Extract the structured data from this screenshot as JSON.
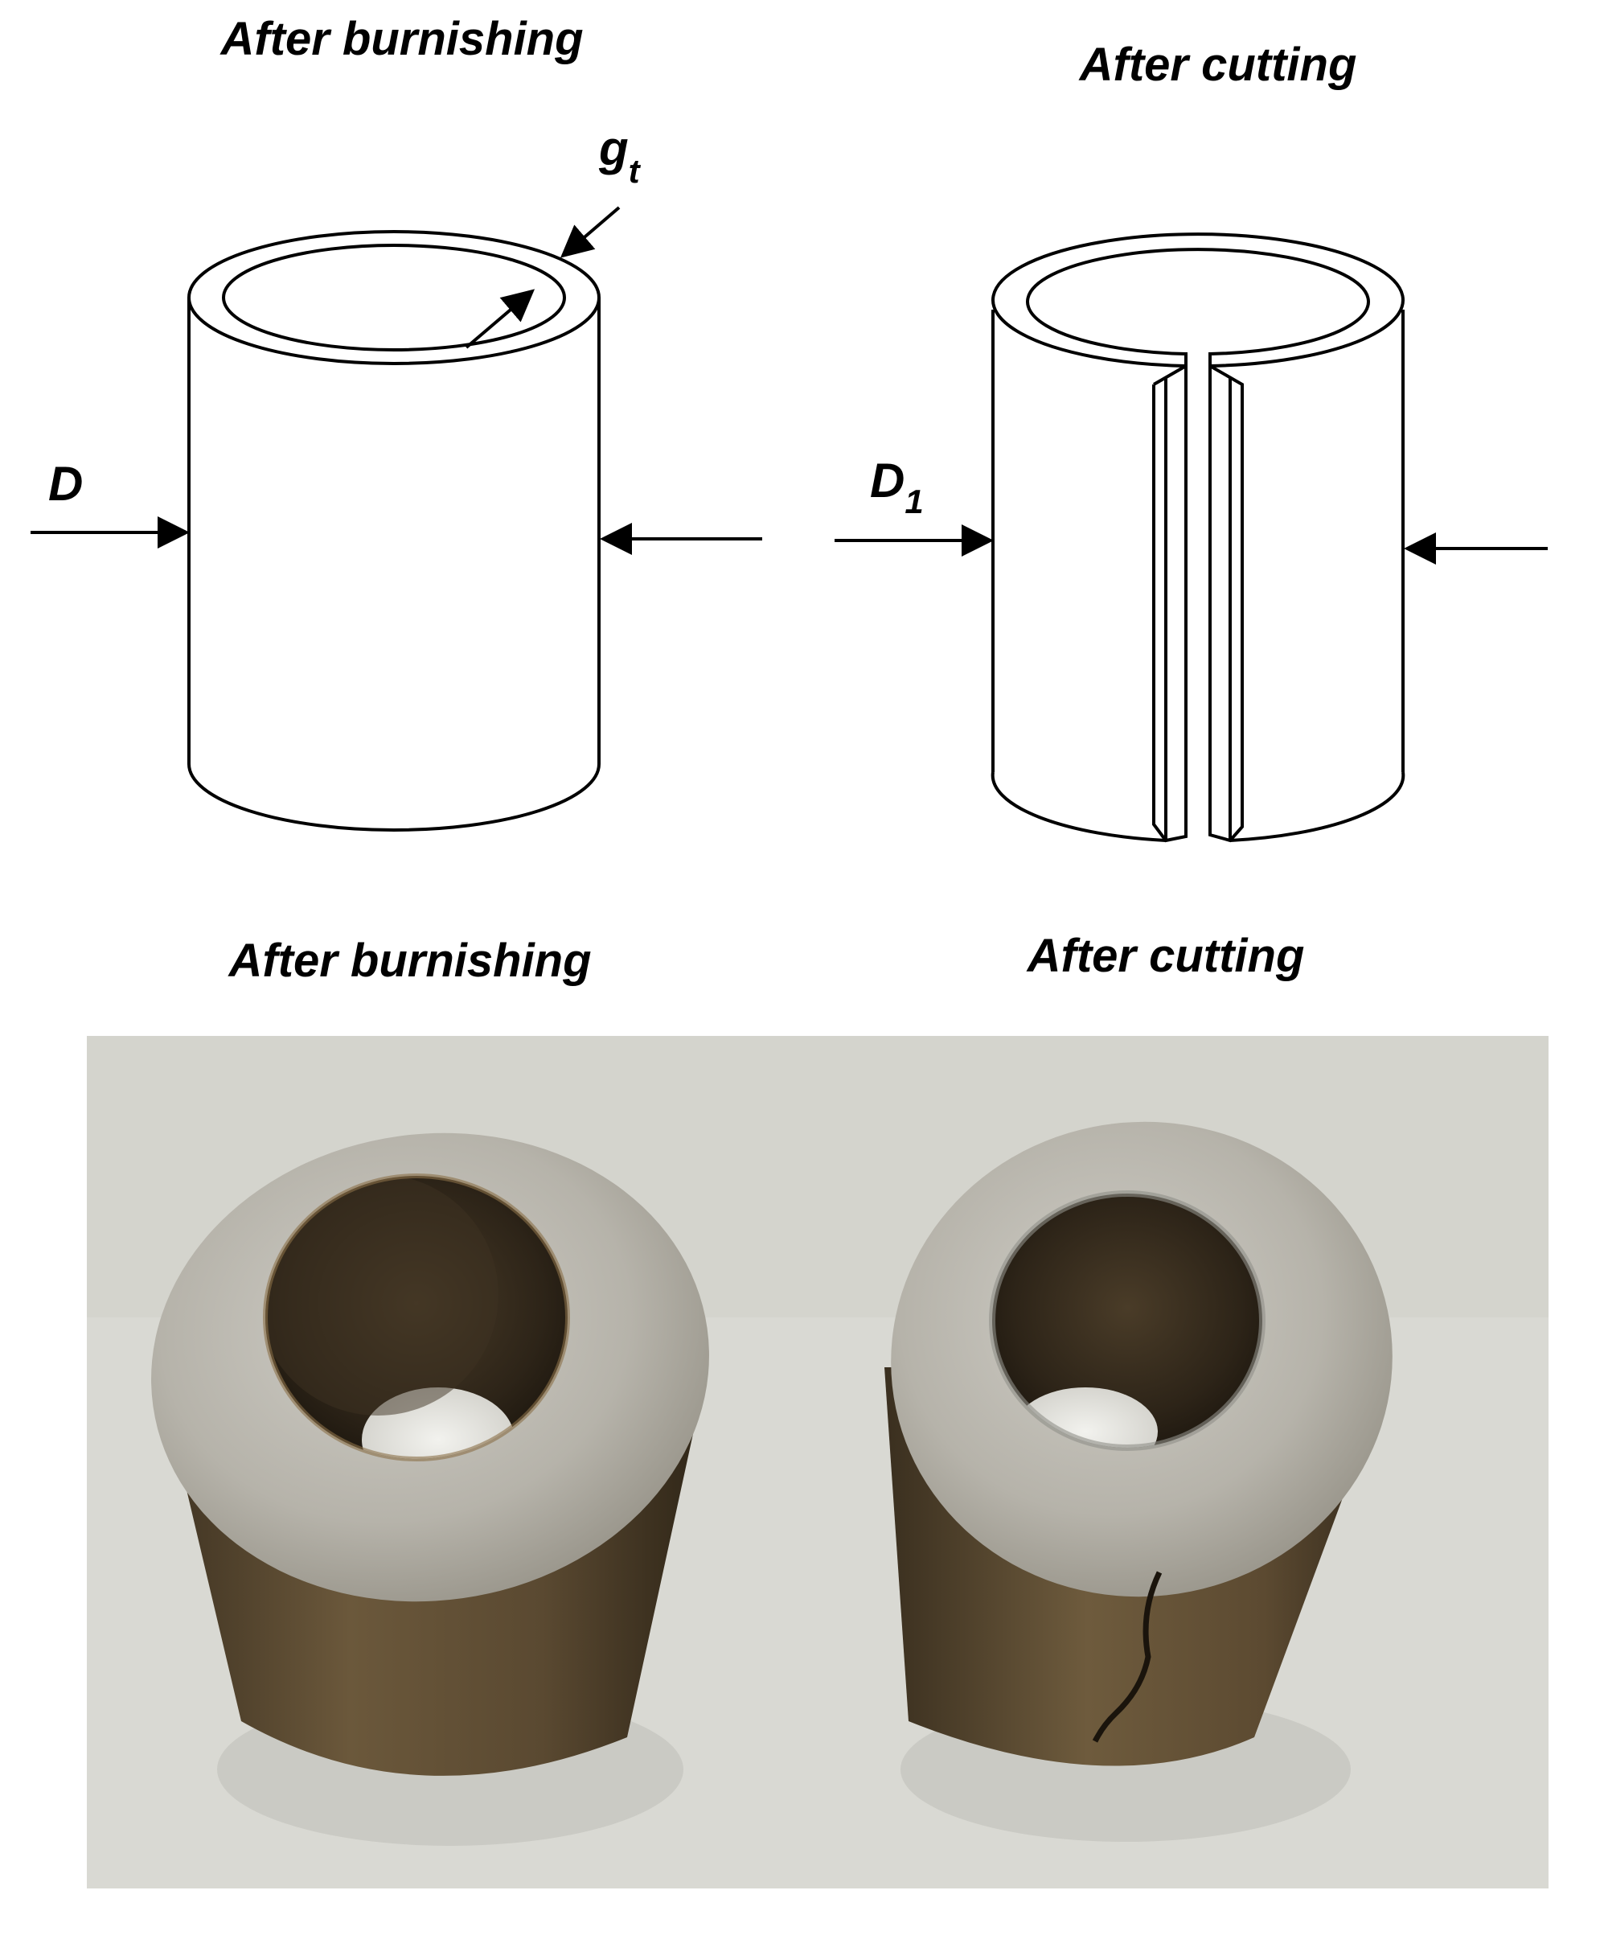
{
  "labels": {
    "top_left_title": "After burnishing",
    "top_right_title": "After cutting",
    "bottom_left_title": "After burnishing",
    "bottom_right_title": "After cutting",
    "thickness_symbol": "g",
    "thickness_subscript": "t",
    "diameter_before": "D",
    "diameter_after_symbol": "D",
    "diameter_after_subscript": "1"
  },
  "colors": {
    "line": "#000000",
    "background": "#ffffff",
    "photo_background": "#d9d9d3",
    "metal_top": "#b9b7b0",
    "metal_side": "#5a4a33",
    "bore": "#2d2418"
  }
}
